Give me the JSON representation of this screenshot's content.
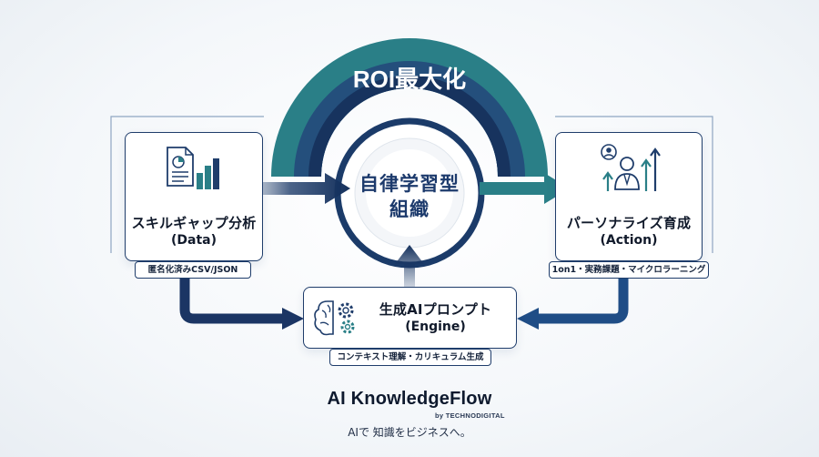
{
  "arc": {
    "label": "ROI最大化"
  },
  "hub": {
    "line1": "自律学習型",
    "line2": "組織"
  },
  "left_box": {
    "title": "スキルギャップ分析",
    "subtitle": "(Data)",
    "tag": "匿名化済みCSV/JSON",
    "icon": "document-chart-icon"
  },
  "right_box": {
    "title": "パーソナライズ育成",
    "subtitle": "(Action)",
    "tag": "1on1・実務課題・マイクロラーニング",
    "icon": "person-growth-icon"
  },
  "bottom_box": {
    "title": "生成AIプロンプト",
    "subtitle": "(Engine)",
    "tag": "コンテキスト理解・カリキュラム生成",
    "icon": "brain-gear-icon"
  },
  "brand": {
    "name": "AI KnowledgeFlow",
    "byline": "by TECHNODIGITAL",
    "tagline": "AIで 知識をビジネスへ。"
  },
  "colors": {
    "navy": "#1f3d6b",
    "teal": "#2a7f87",
    "dark_navy": "#14305c"
  }
}
